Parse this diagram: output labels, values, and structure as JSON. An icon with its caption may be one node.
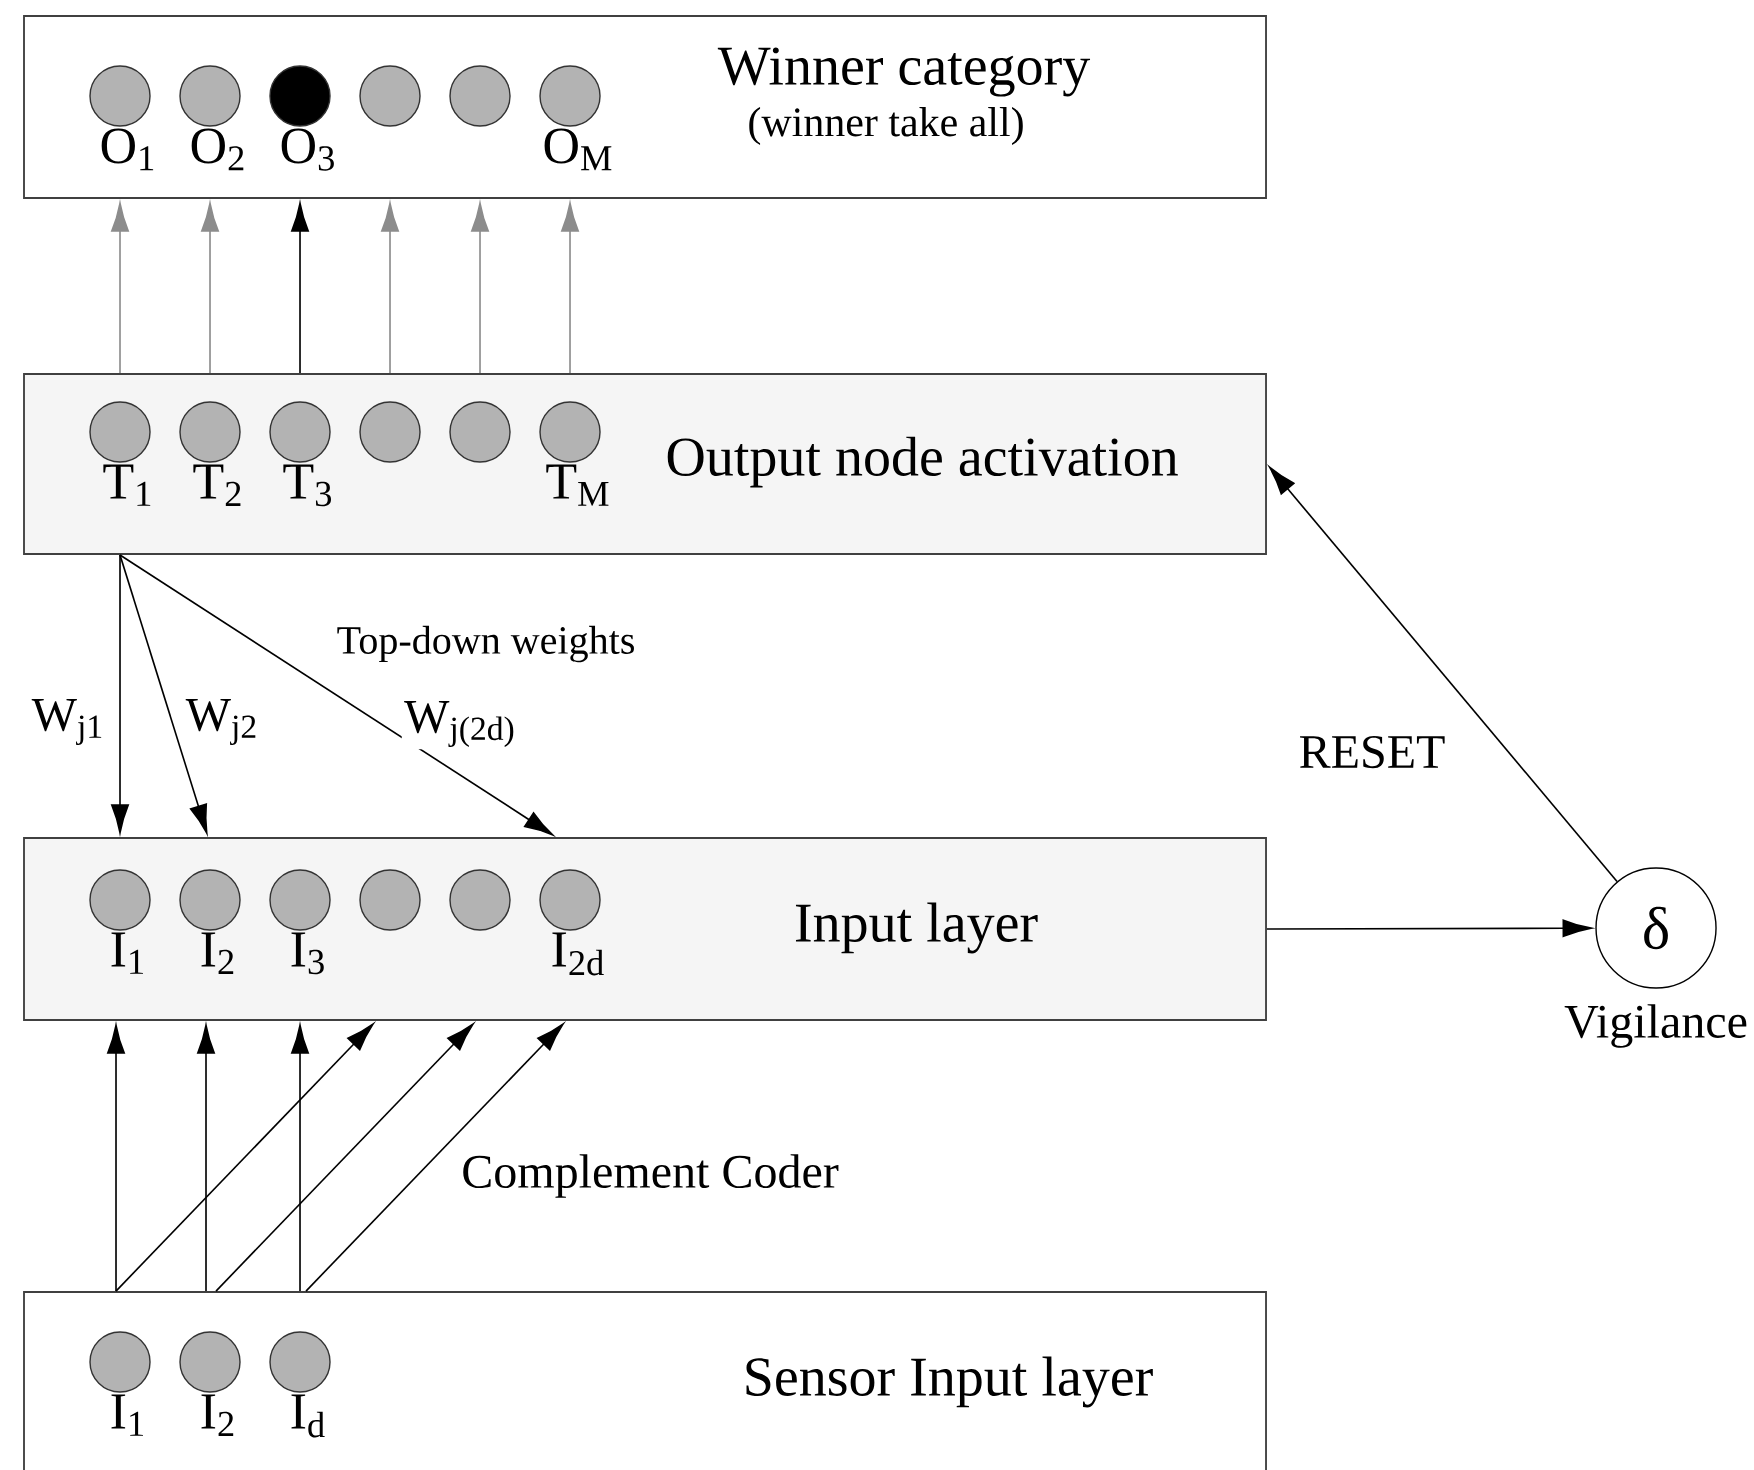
{
  "diagram": {
    "nodes": [
      {
        "text": [
          "Winner category",
          "(winner take all)"
        ]
      },
      {
        "text": [],
        "shape": "circle",
        "in": 0,
        "beside": [
          "O$_{1}$"
        ]
      },
      {
        "text": [],
        "shape": "circle",
        "in": 0,
        "beside": [
          "O$_{2}$"
        ]
      },
      {
        "text": [],
        "shape": "circle",
        "in": 0,
        "beside": [
          "O$_{3}$"
        ]
      },
      {
        "text": [],
        "shape": "circle",
        "in": 0
      },
      {
        "text": [],
        "shape": "circle",
        "in": 0
      },
      {
        "text": [],
        "shape": "circle",
        "in": 0,
        "beside": [
          "O$_{M}$"
        ]
      },
      {
        "text": [
          "Output node activation"
        ]
      },
      {
        "text": [],
        "shape": "circle",
        "in": 7,
        "beside": [
          "T$_{1}$"
        ]
      },
      {
        "text": [],
        "shape": "circle",
        "in": 7,
        "beside": [
          "T$_{2}$"
        ]
      },
      {
        "text": [],
        "shape": "circle",
        "in": 7,
        "beside": [
          "T$_{3}$"
        ]
      },
      {
        "text": [],
        "shape": "circle",
        "in": 7
      },
      {
        "text": [],
        "shape": "circle",
        "in": 7
      },
      {
        "text": [],
        "shape": "circle",
        "in": 7,
        "beside": [
          "T$_{M}$"
        ]
      },
      {
        "text": [
          "Input layer"
        ]
      },
      {
        "text": [],
        "shape": "circle",
        "in": 14,
        "beside": [
          "I$_{1}$"
        ]
      },
      {
        "text": [],
        "shape": "circle",
        "in": 14,
        "beside": [
          "I$_{2}$"
        ]
      },
      {
        "text": [],
        "shape": "circle",
        "in": 14,
        "beside": [
          "I$_{3}$"
        ]
      },
      {
        "text": [],
        "shape": "circle",
        "in": 14
      },
      {
        "text": [],
        "shape": "circle",
        "in": 14
      },
      {
        "text": [],
        "shape": "circle",
        "in": 14,
        "beside": [
          "I$_{2d}$"
        ]
      },
      {
        "text": [
          "Sensor Input layer"
        ]
      },
      {
        "text": [],
        "shape": "circle",
        "in": 21,
        "beside": [
          "I$_{1}$"
        ]
      },
      {
        "text": [],
        "shape": "circle",
        "in": 21,
        "beside": [
          "I$_{2}$"
        ]
      },
      {
        "text": [],
        "shape": "circle",
        "in": 21,
        "beside": [
          "I$_{d}$"
        ]
      },
      {
        "text": [
          "δ"
        ],
        "beside": [
          "Vigilance"
        ]
      }
    ],
    "edges": [
      {
        "from": 7,
        "to": 0,
        "arrow": "to",
        "color": "#8c8c8c"
      },
      {
        "from": 7,
        "to": 0,
        "arrow": "to",
        "color": "#8c8c8c"
      },
      {
        "from": 7,
        "to": 0,
        "arrow": "to"
      },
      {
        "from": 7,
        "to": 0,
        "arrow": "to",
        "color": "#8c8c8c"
      },
      {
        "from": 7,
        "to": 0,
        "arrow": "to",
        "color": "#8c8c8c"
      },
      {
        "from": 7,
        "to": 0,
        "arrow": "to",
        "color": "#8c8c8c"
      },
      {
        "from": 7,
        "to": 14,
        "arrow": "to",
        "label": "W$_{j1}$"
      },
      {
        "from": 7,
        "to": 14,
        "arrow": "to",
        "label": "W$_{j2}$"
      },
      {
        "from": 7,
        "to": 14,
        "arrow": "to",
        "label": "W$_{j(2d)}$"
      },
      {
        "from": 21,
        "to": 14,
        "arrow": "to"
      },
      {
        "from": 21,
        "to": 14,
        "arrow": "to"
      },
      {
        "from": 21,
        "to": 14,
        "arrow": "to"
      },
      {
        "from": 21,
        "to": 14,
        "arrow": "to"
      },
      {
        "from": 21,
        "to": 14,
        "arrow": "to"
      },
      {
        "from": 21,
        "to": 14,
        "arrow": "to"
      },
      {
        "from": 14,
        "to": 25,
        "arrow": "to"
      },
      {
        "from": 25,
        "to": 7,
        "arrow": "to",
        "label": "RESET"
      }
    ],
    "labels": [
      "Top-down weights",
      "Complement Coder"
    ]
  }
}
